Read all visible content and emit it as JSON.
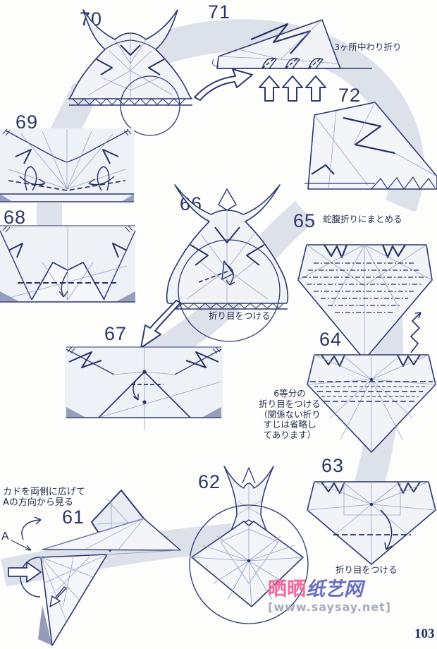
{
  "page": {
    "number": "103"
  },
  "watermark": {
    "pink": "晒晒",
    "blue": "纸艺网",
    "url": "[www.saysay.net]"
  },
  "colors": {
    "line_navy": "#2c3870",
    "crease_light": "#94a1c2",
    "flow_band": "#c9d1de",
    "watermark_pink": "#f4679d",
    "watermark_blue": "#6a6cc0"
  },
  "steps": {
    "s61": {
      "label": "61",
      "note": "カドを両側に広げて\nAの方向から見る",
      "point": "A"
    },
    "s62": {
      "label": "62"
    },
    "s63": {
      "label": "63",
      "note": "折り目をつける"
    },
    "s64": {
      "label": "64",
      "note": "6等分の\n折り目をつける\n（関係ない折り\nすじは省略し\nてあります）"
    },
    "s65": {
      "label": "65",
      "note": "蛇腹折りにまとめる"
    },
    "s66": {
      "label": "66",
      "note": "折り目をつける"
    },
    "s67": {
      "label": "67"
    },
    "s68": {
      "label": "68"
    },
    "s69": {
      "label": "69"
    },
    "s70": {
      "label": "70"
    },
    "s71": {
      "label": "71",
      "note": "3ヶ所中わり折り"
    },
    "s72": {
      "label": "72"
    }
  }
}
